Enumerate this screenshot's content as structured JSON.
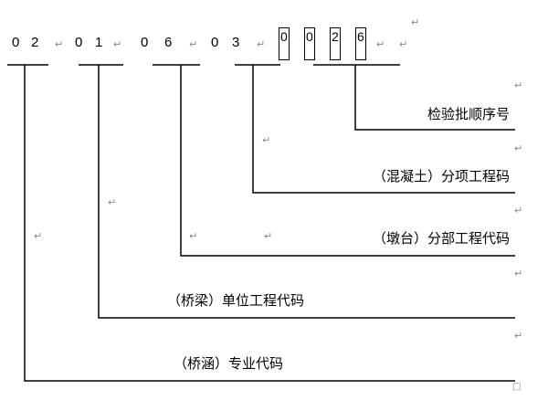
{
  "codes": [
    {
      "digits": [
        "0",
        "2"
      ]
    },
    {
      "digits": [
        "0",
        "1"
      ]
    },
    {
      "digits": [
        "0",
        "6"
      ]
    },
    {
      "digits": [
        "0",
        "3"
      ]
    },
    {
      "digits": [
        "0",
        "0",
        "2",
        "6"
      ]
    }
  ],
  "labels": {
    "batch": "检验批顺序号",
    "item": "（混凝土）分项工程码",
    "division": "（墩台）分部工程代码",
    "unit": "（桥梁）单位工程代码",
    "specialty": "（桥涵）专业代码"
  },
  "return_mark": "↵",
  "end_mark": "□"
}
